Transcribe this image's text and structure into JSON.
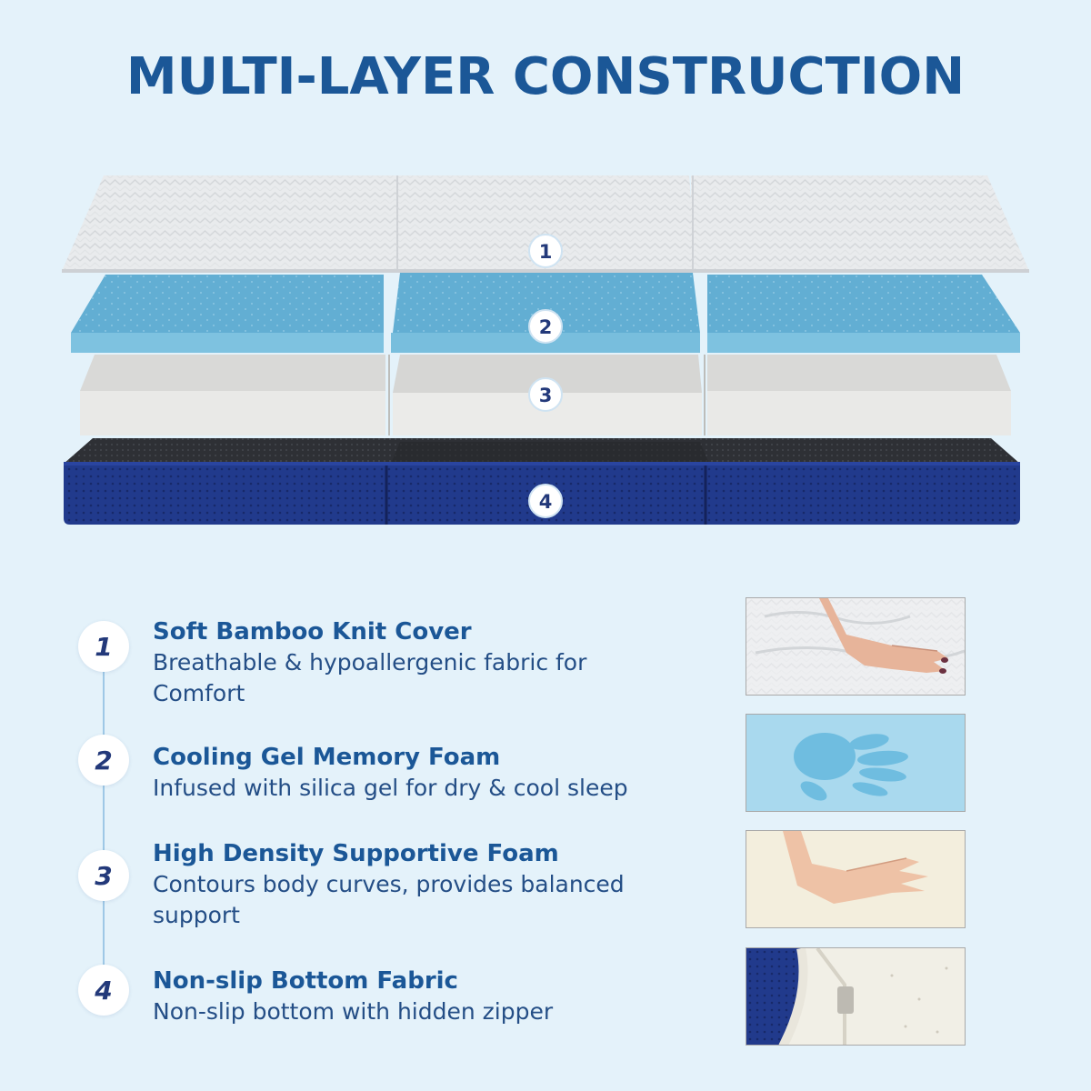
{
  "title": "MULTI-LAYER CONSTRUCTION",
  "layer_badges": [
    "1",
    "2",
    "3",
    "4"
  ],
  "colors": {
    "title": "#1b5797",
    "background": "#e4f2fa",
    "cover": "#e6e8ea",
    "gel_foam": "#6fb7d8",
    "support_foam": "#e8e8e6",
    "bottom_fabric": "#1f3583"
  },
  "features": [
    {
      "number": "1",
      "title": "Soft Bamboo Knit Cover",
      "description": "Breathable & hypoallergenic fabric for Comfort",
      "image": "hand-on-knit-cover"
    },
    {
      "number": "2",
      "title": "Cooling Gel Memory Foam",
      "description": "Infused with silica gel for dry & cool sleep",
      "image": "handprint-in-gel-foam"
    },
    {
      "number": "3",
      "title": "High Density Supportive Foam",
      "description": "Contours body curves, provides balanced support",
      "image": "hand-on-support-foam"
    },
    {
      "number": "4",
      "title": "Non-slip Bottom Fabric",
      "description": "Non-slip bottom with hidden zipper",
      "image": "zipper-and-bottom-fabric"
    }
  ]
}
